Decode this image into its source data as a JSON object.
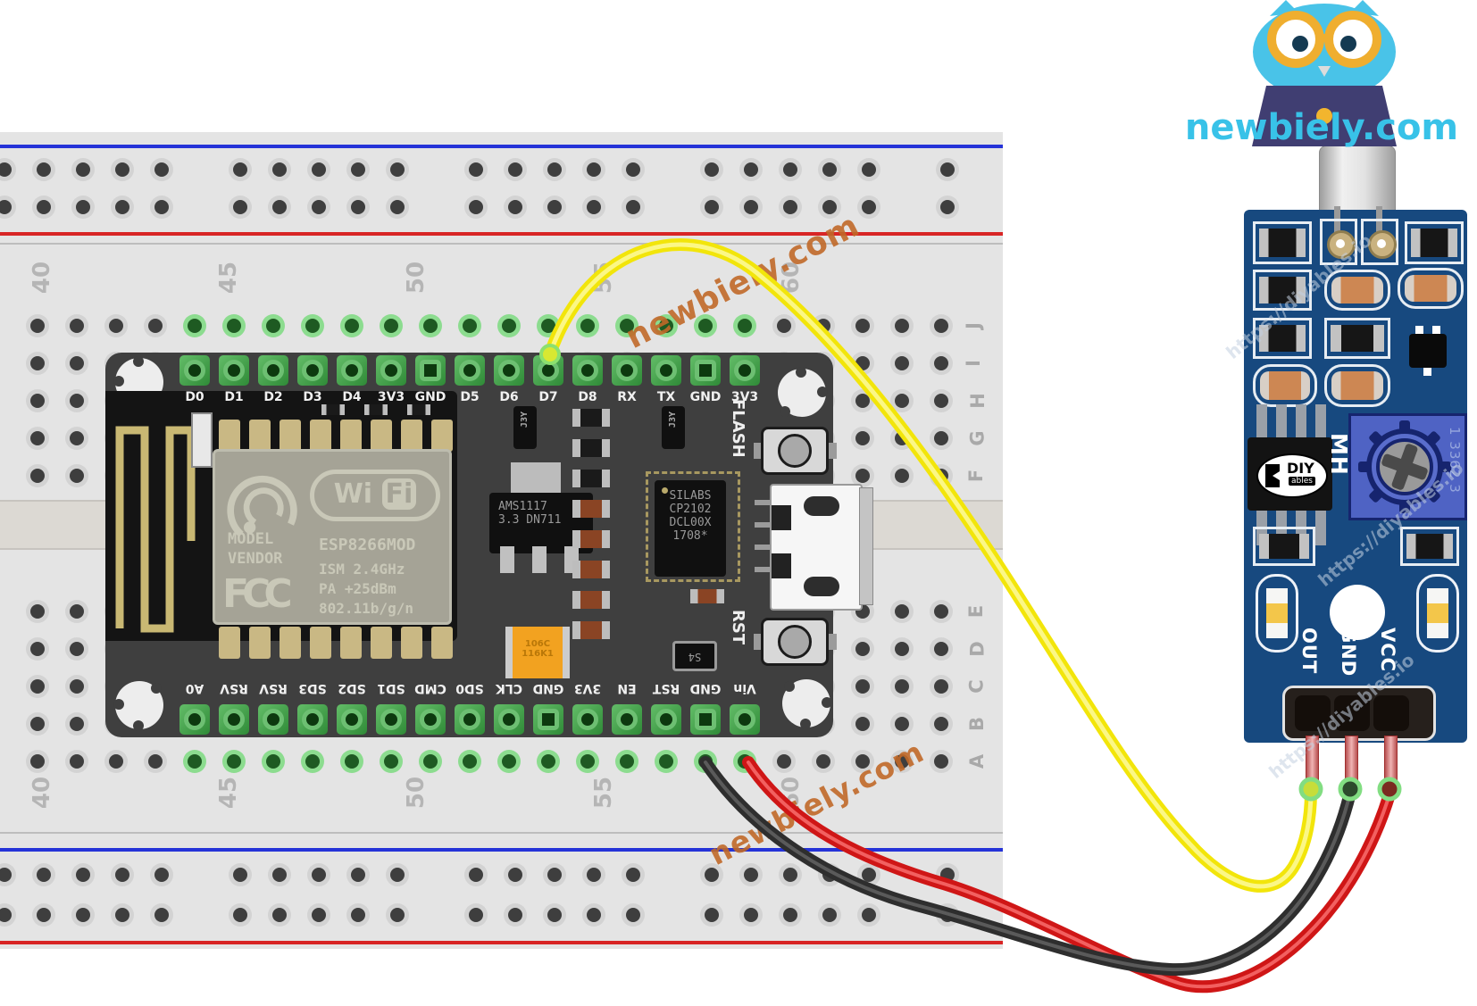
{
  "logo": {
    "site": "newbiely.com"
  },
  "watermarks": {
    "site": "newbiely.com",
    "diyables": "https://diyables.io"
  },
  "breadboard": {
    "column_numbers": [
      "40",
      "45",
      "50",
      "55",
      "60"
    ],
    "top_row_letters": [
      "J",
      "I",
      "H",
      "G",
      "F"
    ],
    "bottom_row_letters": [
      "E",
      "D",
      "C",
      "B",
      "A"
    ]
  },
  "nodemcu": {
    "top_pin_labels": [
      "D0",
      "D1",
      "D2",
      "D3",
      "D4",
      "3V3",
      "GND",
      "D5",
      "D6",
      "D7",
      "D8",
      "RX",
      "TX",
      "GND",
      "3V3"
    ],
    "bottom_pin_labels": [
      "A0",
      "RSV",
      "RSV",
      "SD3",
      "SD2",
      "SD1",
      "CMD",
      "SD0",
      "CLK",
      "GND",
      "3V3",
      "EN",
      "RST",
      "GND",
      "Vin"
    ],
    "flash_button": "FLASH",
    "rst_button": "RST",
    "esp": {
      "model1": "MODEL",
      "model2": "VENDOR",
      "wifi1": "Wi",
      "wifi2": "Fi",
      "chip": "ESP8266MOD",
      "fcc": "FCC",
      "spec1": "ISM 2.4GHz",
      "spec2": "PA  +25dBm",
      "spec3": "802.11b/g/n"
    },
    "regulator1": "AMS1117",
    "regulator2": "3.3  DN711",
    "usb_chip_lines": [
      "SILABS",
      "CP2102",
      "DCL00X",
      "1708*"
    ],
    "cap1": "106C",
    "cap2": "116K1",
    "s4": "S4",
    "j3y": "J3Y"
  },
  "sensor": {
    "pin_labels": [
      "OUT",
      "GND",
      "VCC"
    ],
    "ic_brand": "DIY",
    "ic_brand_sub": "ables",
    "mh_label": "MH",
    "pot_label": "1 3362 3"
  },
  "wires": [
    {
      "name": "signal-wire",
      "color": "#f2e50a",
      "from": "NodeMCU D7",
      "to": "sensor OUT"
    },
    {
      "name": "ground-wire",
      "color": "#2e2e2e",
      "from": "NodeMCU GND",
      "to": "sensor GND"
    },
    {
      "name": "power-wire",
      "color": "#cf1616",
      "from": "NodeMCU Vin",
      "to": "sensor VCC"
    }
  ]
}
